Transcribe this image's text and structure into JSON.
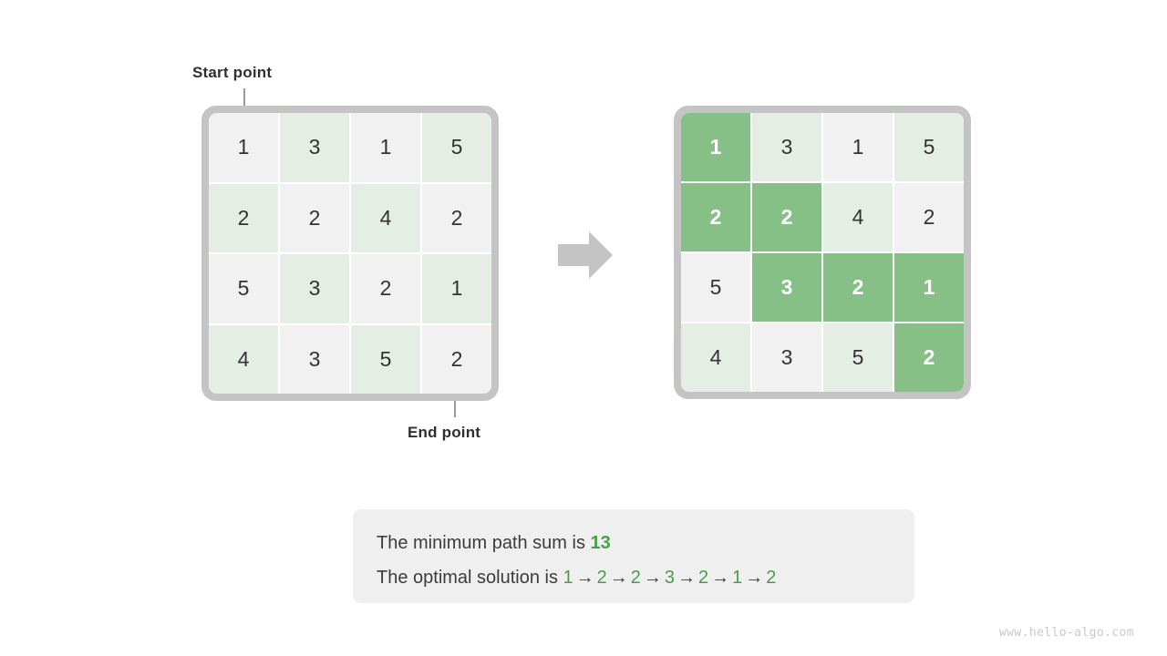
{
  "labels": {
    "start": "Start point",
    "end": "End point"
  },
  "grids": [
    {
      "name": "input-grid",
      "rows": [
        [
          {
            "value": "1",
            "tint": false,
            "highlight": false
          },
          {
            "value": "3",
            "tint": true,
            "highlight": false
          },
          {
            "value": "1",
            "tint": false,
            "highlight": false
          },
          {
            "value": "5",
            "tint": true,
            "highlight": false
          }
        ],
        [
          {
            "value": "2",
            "tint": true,
            "highlight": false
          },
          {
            "value": "2",
            "tint": false,
            "highlight": false
          },
          {
            "value": "4",
            "tint": true,
            "highlight": false
          },
          {
            "value": "2",
            "tint": false,
            "highlight": false
          }
        ],
        [
          {
            "value": "5",
            "tint": false,
            "highlight": false
          },
          {
            "value": "3",
            "tint": true,
            "highlight": false
          },
          {
            "value": "2",
            "tint": false,
            "highlight": false
          },
          {
            "value": "1",
            "tint": true,
            "highlight": false
          }
        ],
        [
          {
            "value": "4",
            "tint": true,
            "highlight": false
          },
          {
            "value": "3",
            "tint": false,
            "highlight": false
          },
          {
            "value": "5",
            "tint": true,
            "highlight": false
          },
          {
            "value": "2",
            "tint": false,
            "highlight": false
          }
        ]
      ]
    },
    {
      "name": "solution-grid",
      "rows": [
        [
          {
            "value": "1",
            "tint": false,
            "highlight": true
          },
          {
            "value": "3",
            "tint": true,
            "highlight": false
          },
          {
            "value": "1",
            "tint": false,
            "highlight": false
          },
          {
            "value": "5",
            "tint": true,
            "highlight": false
          }
        ],
        [
          {
            "value": "2",
            "tint": true,
            "highlight": true
          },
          {
            "value": "2",
            "tint": false,
            "highlight": true
          },
          {
            "value": "4",
            "tint": true,
            "highlight": false
          },
          {
            "value": "2",
            "tint": false,
            "highlight": false
          }
        ],
        [
          {
            "value": "5",
            "tint": false,
            "highlight": false
          },
          {
            "value": "3",
            "tint": true,
            "highlight": true
          },
          {
            "value": "2",
            "tint": false,
            "highlight": true
          },
          {
            "value": "1",
            "tint": true,
            "highlight": true
          }
        ],
        [
          {
            "value": "4",
            "tint": true,
            "highlight": false
          },
          {
            "value": "3",
            "tint": false,
            "highlight": false
          },
          {
            "value": "5",
            "tint": true,
            "highlight": false
          },
          {
            "value": "2",
            "tint": false,
            "highlight": true
          }
        ]
      ]
    }
  ],
  "caption": {
    "sum_prefix": "The minimum path sum is",
    "sum_value": "13",
    "path_prefix": "The optimal solution is",
    "path": [
      "1",
      "2",
      "2",
      "3",
      "2",
      "1",
      "2"
    ],
    "arrow_glyph": "→"
  },
  "watermark": "www.hello-algo.com",
  "colors": {
    "highlight_green": "#86c086",
    "tint_green": "#e5eee5",
    "cell_gray": "#f1f1f1",
    "frame_gray": "#c4c4c4",
    "accent_green_text": "#4a9c4a",
    "caption_bg": "#efefef"
  }
}
